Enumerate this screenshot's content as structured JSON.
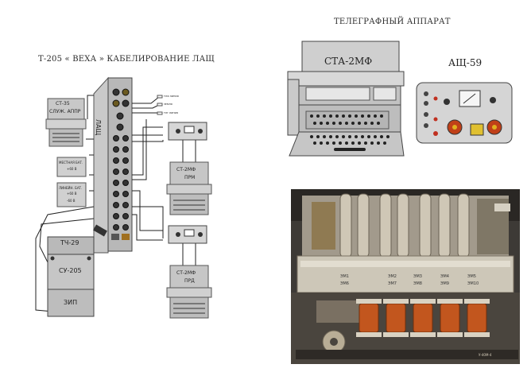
{
  "left_diagram": {
    "title": "Т-205  « ВЕХА »  КАБЕЛИРОВАНИЕ ЛАЩ",
    "main_unit": "ЛАЩ",
    "st35": "СТ-35",
    "st35_sub": "СЛУЖ. АППР",
    "mestny_bat": "МЕСТНАЯ БАТ.",
    "mestny_v": "+60 В",
    "lineinaya_bat": "ЛИНЕЙН. БАТ.",
    "lineinaya_v1": "+60 В",
    "lineinaya_v2": "-60 В",
    "st2mf_1": "СТ-2МФ",
    "st2mf_1_sub": "ПРМ",
    "st2mf_2": "СТ-2МФ",
    "st2mf_2_sub": "ПРД",
    "tch29": "ТЧ-29",
    "su205": "СУ-205",
    "zip": "ЗИП",
    "outputs": [
      "ТЛФ ЛИНИЯ",
      "ЗЕМЛЯ",
      "ТЛГ ЛИНИЯ"
    ]
  },
  "right_diagram": {
    "title": "ТЕЛЕГРАФНЫЙ АППАРАТ",
    "sta": "СТА-2МФ",
    "ash": "АЩ-59"
  },
  "photo": {
    "labels_top": [
      "ЭМ1",
      "ЭМ2",
      "ЭМ3",
      "ЭМ4",
      "ЭМ5"
    ],
    "labels_bottom": [
      "ЭМ6",
      "ЭМ7",
      "ЭМ8",
      "ЭМ9",
      "ЭМ10"
    ],
    "plate": "У-40М-4"
  }
}
